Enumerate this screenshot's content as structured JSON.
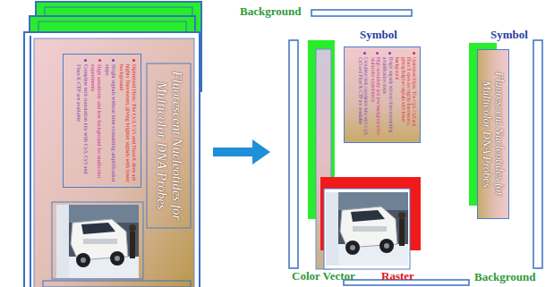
{
  "diagram": {
    "nodes": [
      {
        "text": [
          "Optimized Dyes: The Cy3, Cy5 and FluorX dyes are highly fluorescent, giving brighter signals with lower background",
          "Bright signals without time-consuming amplification steps",
          "High sensitivity and low background for multicolor experiments",
          "Complete nick translation kits with Cy3, Cy5 and FluorX-CTP are available"
        ]
      },
      {
        "text": [
          "Fluorescent Nucleotides for Multicolor DNA Probes"
        ]
      },
      {
        "text": [
          "Optimized Dyes: The Cy3, Cy5 and FluorX dyes are highly fluorescent, giving brighter signals with lower background",
          "Bright signals without time-consuming amplification steps",
          "High sensitivity and low background for multicolor experiments",
          "Complete nick translation kits with Cy3, Cy5 and FluorX-CTP are available"
        ]
      },
      {
        "text": [
          "Fluorescent Nucleotides for Multicolor DNA Probes"
        ]
      }
    ],
    "labels": [
      "Background",
      "Symbol",
      "Symbol",
      "Color Vector",
      "Raster",
      "Background"
    ]
  }
}
